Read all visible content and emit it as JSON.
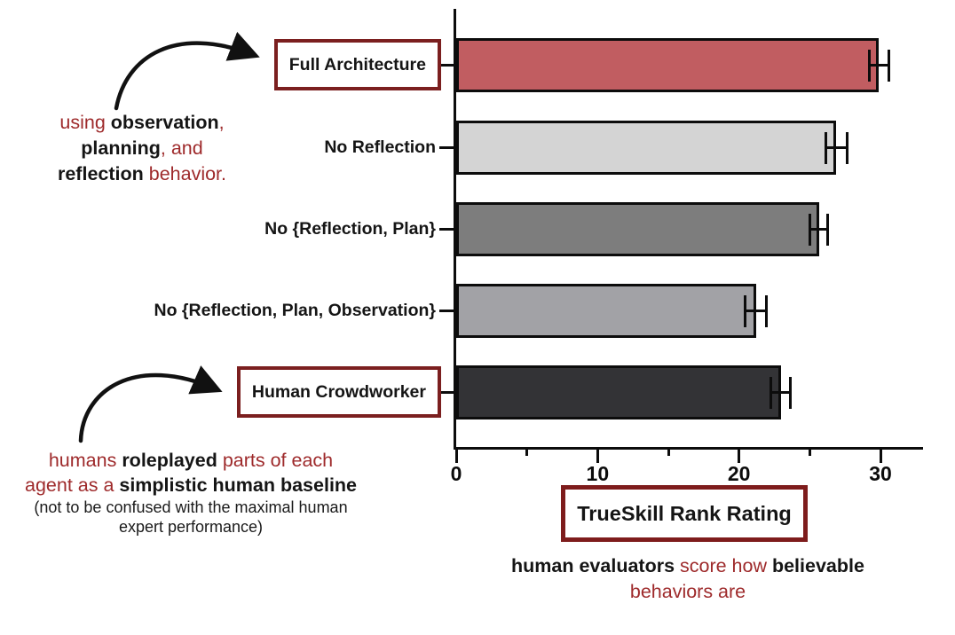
{
  "chart_data": {
    "type": "bar",
    "orientation": "horizontal",
    "title": "",
    "xlabel": "TrueSkill Rank Rating",
    "ylabel": "",
    "xlim": [
      0,
      33
    ],
    "x_major_ticks": [
      0,
      10,
      20,
      30
    ],
    "x_minor_ticks": [
      5,
      15,
      25
    ],
    "grid": false,
    "categories": [
      "Full Architecture",
      "No Reflection",
      "No {Reflection, Plan}",
      "No {Reflection, Plan, Observation}",
      "Human Crowdworker"
    ],
    "values": [
      29.89,
      26.88,
      25.64,
      21.21,
      22.95
    ],
    "error_bars": [
      0.7,
      0.75,
      0.6,
      0.75,
      0.7
    ],
    "bar_colors": [
      "#c15d61",
      "#d4d4d4",
      "#7d7d7d",
      "#a2a2a6",
      "#333336"
    ],
    "boxed_labels": [
      true,
      false,
      false,
      false,
      true
    ]
  },
  "annotations": {
    "architecture_note": {
      "lines": [
        [
          {
            "t": "using ",
            "s": "r"
          },
          {
            "t": "observation",
            "s": "b"
          },
          {
            "t": ",",
            "s": "r"
          }
        ],
        [
          {
            "t": "planning",
            "s": "b"
          },
          {
            "t": ", and",
            "s": "r"
          }
        ],
        [
          {
            "t": "reflection",
            "s": "b"
          },
          {
            "t": " behavior.",
            "s": "r"
          }
        ]
      ]
    },
    "crowdworker_note": {
      "lines": [
        [
          {
            "t": "humans ",
            "s": "r"
          },
          {
            "t": "roleplayed",
            "s": "b"
          },
          {
            "t": " parts of each",
            "s": "r"
          }
        ],
        [
          {
            "t": "agent as a ",
            "s": "r"
          },
          {
            "t": "simplistic human baseline",
            "s": "b"
          }
        ]
      ],
      "small_lines": [
        [
          {
            "t": "(not to be confused with the maximal human",
            "s": "p"
          }
        ],
        [
          {
            "t": "expert performance)",
            "s": "p"
          }
        ]
      ]
    },
    "axis_caption": {
      "lines": [
        [
          {
            "t": "human evaluators",
            "s": "b"
          },
          {
            "t": " score how ",
            "s": "r"
          },
          {
            "t": "believable",
            "s": "b"
          }
        ],
        [
          {
            "t": "behaviors are",
            "s": "r"
          }
        ]
      ]
    }
  },
  "colors": {
    "red_text": "#9e2a2b",
    "box_border": "#7b1f1f",
    "bar_outline": "#0c0c0c",
    "highlight_bar": "#c15d61"
  }
}
